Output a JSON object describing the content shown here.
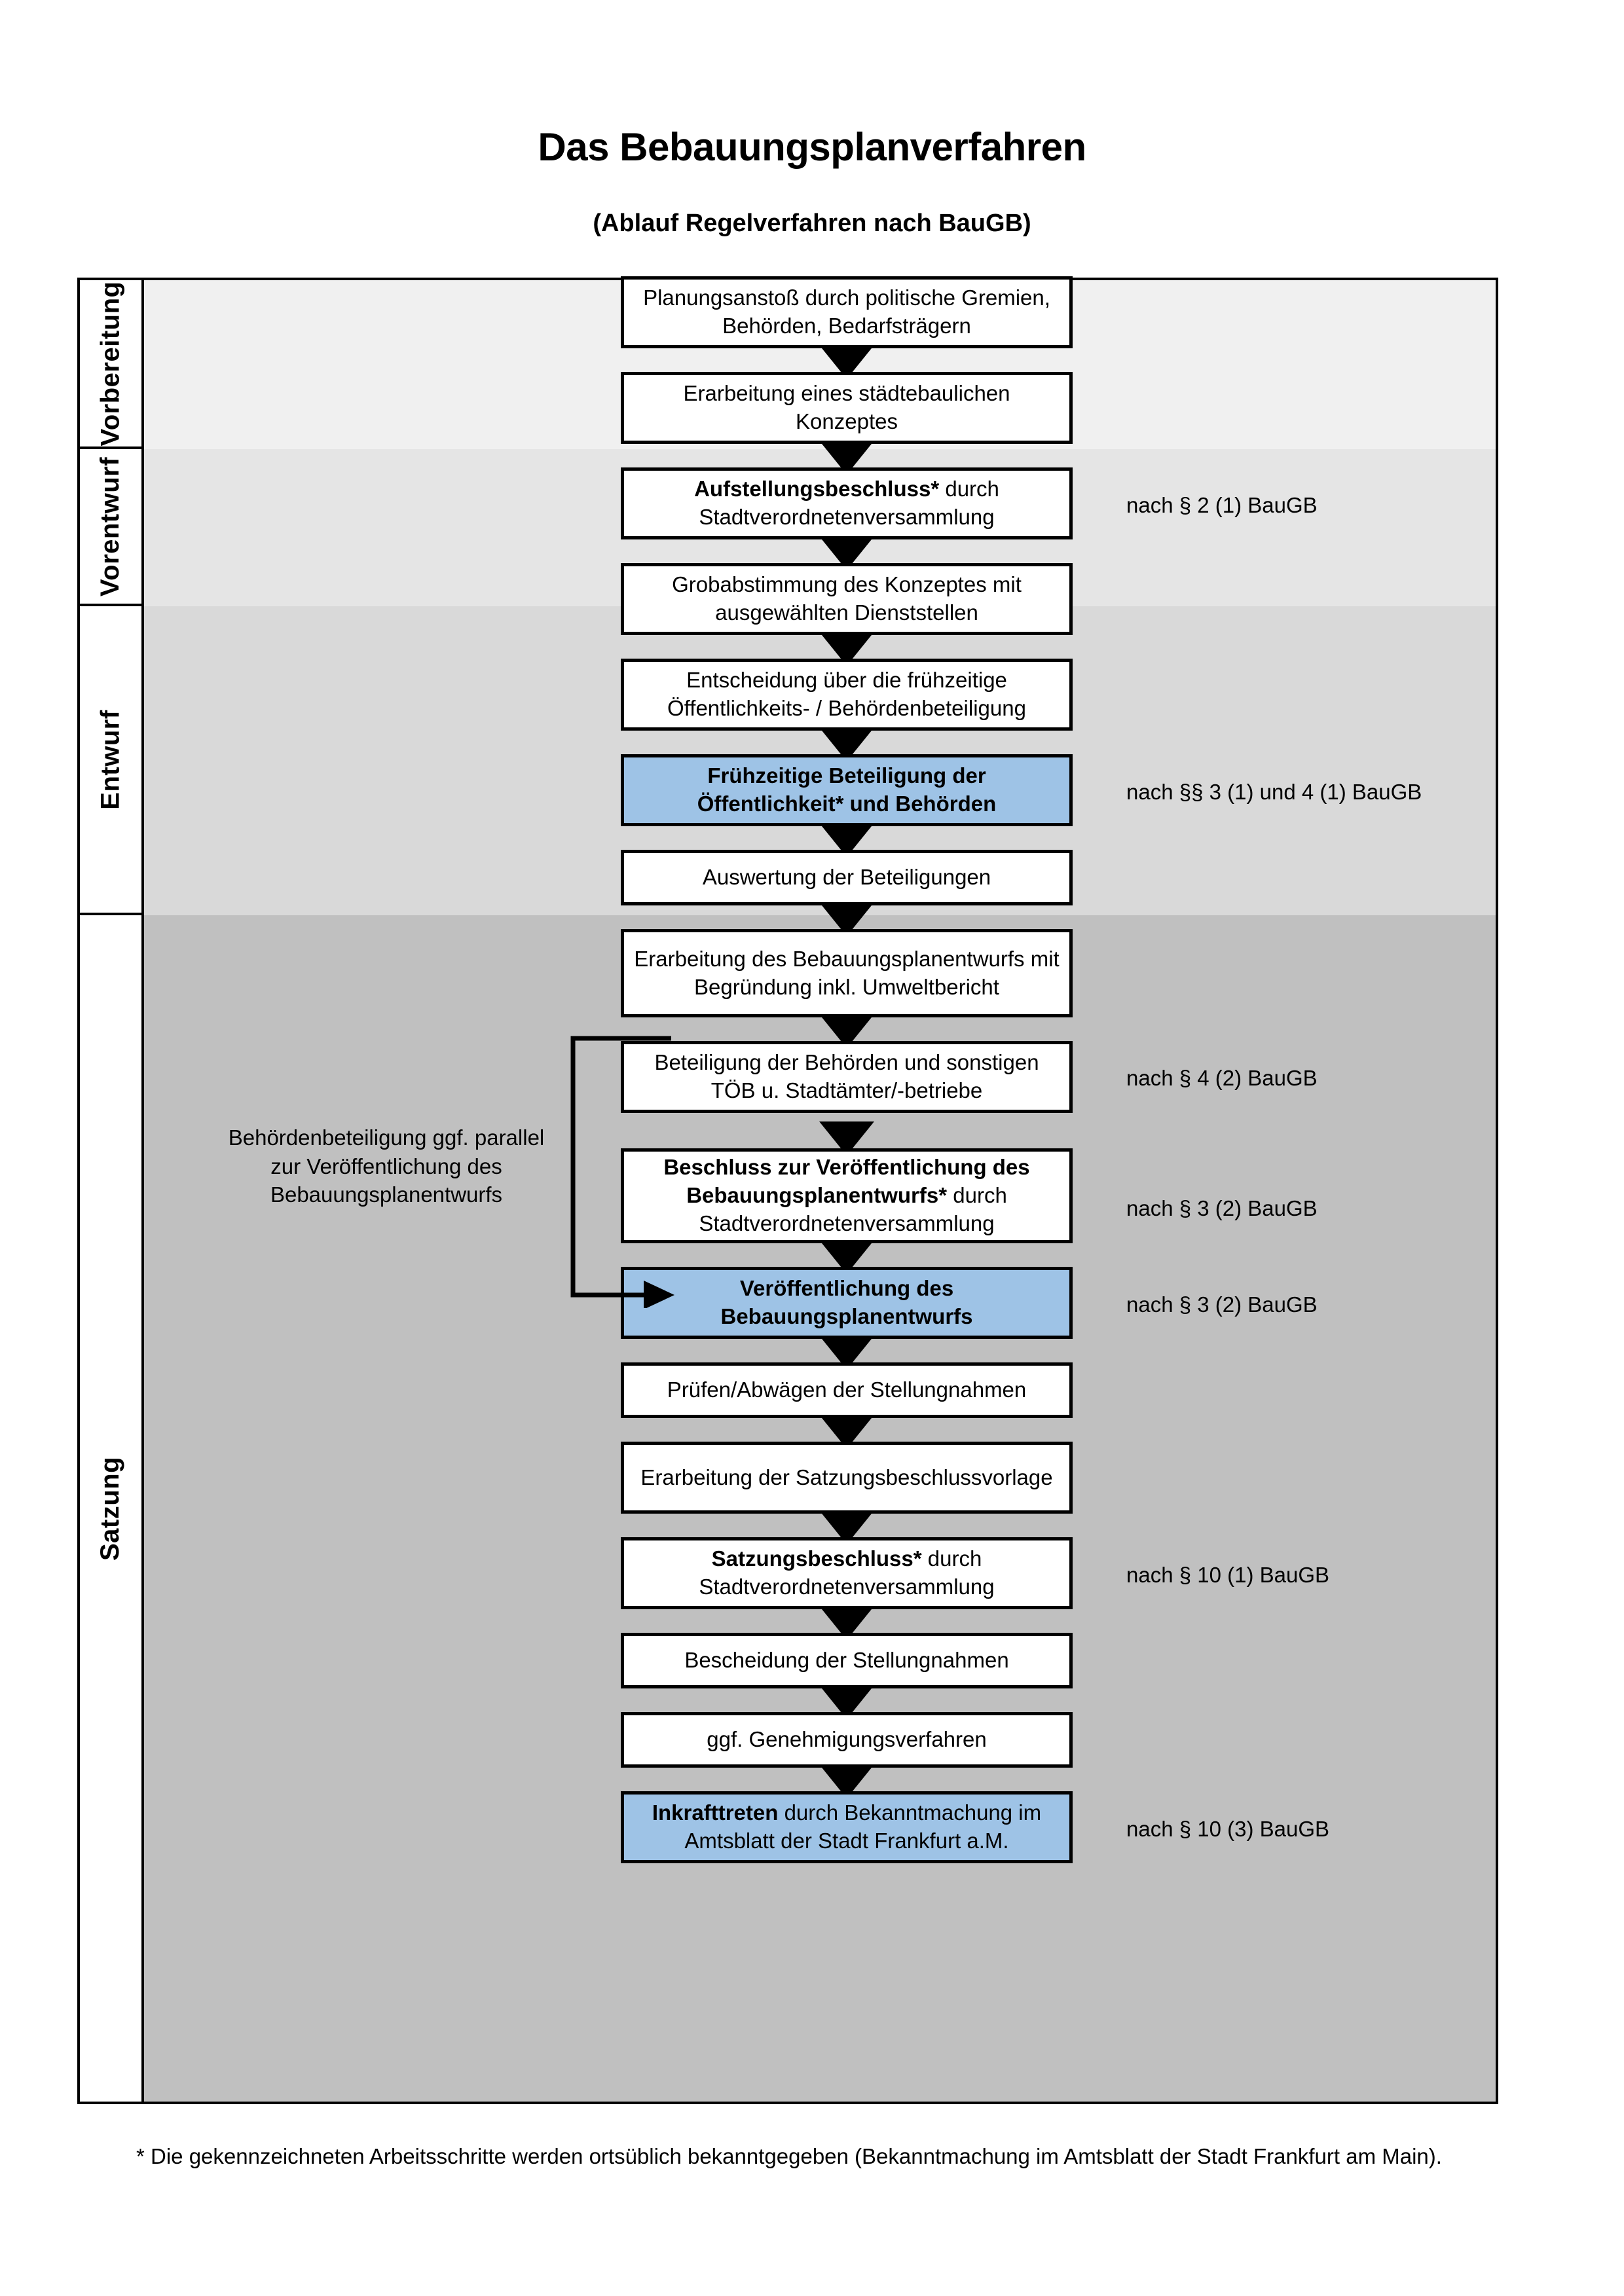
{
  "header": {
    "title": "Das Bebauungsplanverfahren",
    "subtitle": "(Ablauf Regelverfahren nach BauGB)"
  },
  "colors": {
    "highlight_blue": "#9EC3E6",
    "band_vorbereitung": "#F0F0F0",
    "band_vorentwurf": "#E5E5E5",
    "band_entwurf": "#D9D9D9",
    "band_satzung": "#C0C0C0",
    "outline": "#000000"
  },
  "phases": [
    {
      "label": "Vorbereitung"
    },
    {
      "label": "Vorentwurf"
    },
    {
      "label": "Entwurf"
    },
    {
      "label": "Satzung"
    }
  ],
  "steps": [
    {
      "id": "planungsanstoss",
      "phase": "Vorbereitung",
      "bold": "",
      "text": "Planungsanstoß durch politische Gremien, Behörden, Bedarfsträgern",
      "highlight": false
    },
    {
      "id": "konzept",
      "phase": "Vorbereitung",
      "bold": "",
      "text": "Erarbeitung eines städtebaulichen Konzeptes",
      "highlight": false
    },
    {
      "id": "aufstellungsbeschluss",
      "phase": "Vorbereitung",
      "bold": "Aufstellungsbeschluss*",
      "text": " durch Stadtverordnetenversammlung",
      "highlight": false
    },
    {
      "id": "grobabstimmung",
      "phase": "Vorentwurf",
      "bold": "",
      "text": "Grobabstimmung des Konzeptes mit ausgewählten Dienststellen",
      "highlight": false
    },
    {
      "id": "entscheidung-fruehzeitig",
      "phase": "Vorentwurf",
      "bold": "",
      "text": "Entscheidung über die frühzeitige Öffentlichkeits- / Behördenbeteiligung",
      "highlight": false
    },
    {
      "id": "fruehzeitige-beteiligung",
      "phase": "Vorentwurf",
      "bold": "Frühzeitige Beteiligung der Öffentlichkeit* und Behörden",
      "text": "",
      "highlight": true
    },
    {
      "id": "auswertung",
      "phase": "Entwurf",
      "bold": "",
      "text": "Auswertung der Beteiligungen",
      "highlight": false
    },
    {
      "id": "erarbeitung-entwurf",
      "phase": "Entwurf",
      "bold": "",
      "text": "Erarbeitung des Bebauungsplanentwurfs mit Begründung inkl. Umweltbericht",
      "highlight": false
    },
    {
      "id": "beteiligung-behoerden",
      "phase": "Entwurf",
      "bold": "",
      "text": "Beteiligung der Behörden und sonstigen TÖB u. Stadtämter/-betriebe",
      "highlight": false
    },
    {
      "id": "beschluss-veroeffentlichung",
      "phase": "Entwurf",
      "bold": "Beschluss zur Veröffentlichung des Bebauungsplanentwurfs*",
      "text": " durch Stadtverordnetenversammlung",
      "highlight": false
    },
    {
      "id": "veroeffentlichung",
      "phase": "Entwurf",
      "bold": "Veröffentlichung des Bebauungsplanentwurfs",
      "text": "",
      "highlight": true
    },
    {
      "id": "pruefen-abwaegen",
      "phase": "Satzung",
      "bold": "",
      "text": "Prüfen/Abwägen der Stellungnahmen",
      "highlight": false
    },
    {
      "id": "satzungsvorlage",
      "phase": "Satzung",
      "bold": "",
      "text": "Erarbeitung der Satzungsbeschlussvorlage",
      "highlight": false
    },
    {
      "id": "satzungsbeschluss",
      "phase": "Satzung",
      "bold": "Satzungsbeschluss*",
      "text": " durch Stadtverordnetenversammlung",
      "highlight": false
    },
    {
      "id": "bescheidung",
      "phase": "Satzung",
      "bold": "",
      "text": "Bescheidung der Stellungnahmen",
      "highlight": false
    },
    {
      "id": "genehmigungsverfahren",
      "phase": "Satzung",
      "bold": "",
      "text": "ggf. Genehmigungsverfahren",
      "highlight": false
    },
    {
      "id": "inkrafttreten",
      "phase": "Satzung",
      "bold": "Inkrafttreten",
      "text": " durch Bekanntmachung im Amtsblatt der Stadt Frankfurt a.M.",
      "highlight": true
    }
  ],
  "legal_notes": [
    {
      "id": "legal-1",
      "text": "nach § 2 (1) BauGB",
      "for_step": "aufstellungsbeschluss"
    },
    {
      "id": "legal-2",
      "text": "nach §§ 3 (1) und 4 (1) BauGB",
      "for_step": "fruehzeitige-beteiligung"
    },
    {
      "id": "legal-3",
      "text": "nach § 4 (2) BauGB",
      "for_step": "beteiligung-behoerden"
    },
    {
      "id": "legal-4",
      "text": "nach § 3 (2) BauGB",
      "for_step": "beschluss-veroeffentlichung"
    },
    {
      "id": "legal-5",
      "text": "nach § 3 (2) BauGB",
      "for_step": "veroeffentlichung"
    },
    {
      "id": "legal-6",
      "text": "nach § 10 (1) BauGB",
      "for_step": "satzungsbeschluss"
    },
    {
      "id": "legal-7",
      "text": "nach § 10 (3) BauGB",
      "for_step": "inkrafttreten"
    }
  ],
  "side_note": {
    "text": "Behördenbeteiligung ggf. parallel zur Veröffentlichung des Bebauungsplanentwurfs"
  },
  "footnote": {
    "text": "* Die gekennzeichneten Arbeitsschritte werden ortsüblich bekanntgegeben (Bekanntmachung im Amtsblatt  der Stadt Frankfurt am Main)."
  }
}
